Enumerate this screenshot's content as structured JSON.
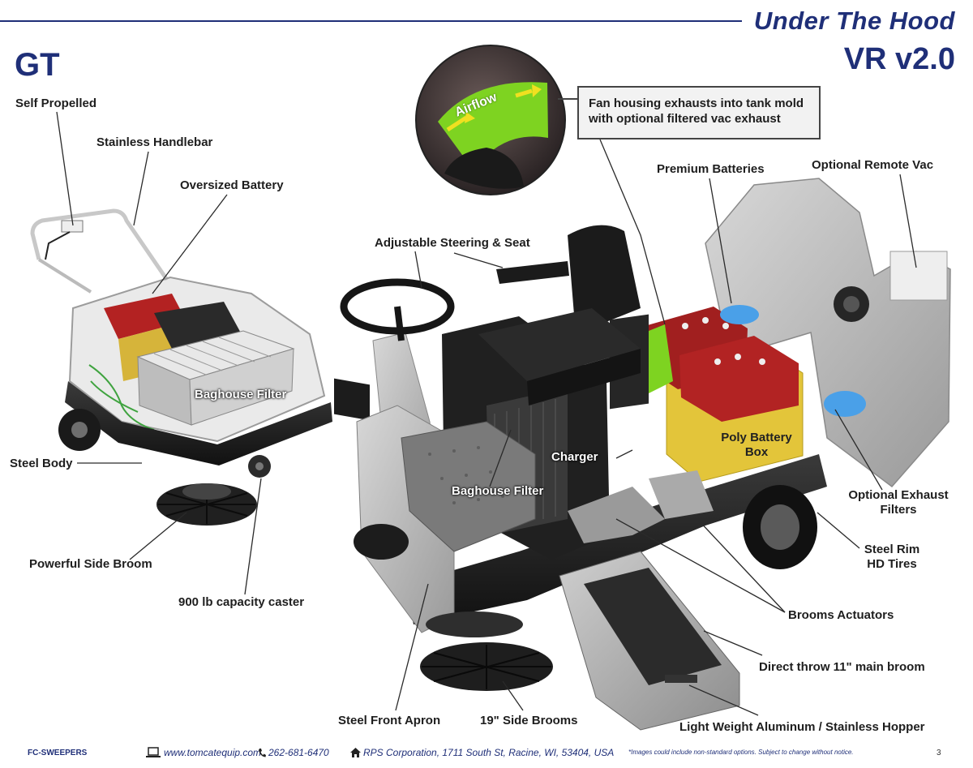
{
  "header": {
    "title": "Under The Hood",
    "model_right": "VR v2.0",
    "model_left": "GT"
  },
  "callout": {
    "airflow_text": "Airflow",
    "box_text": "Fan housing exhausts into tank mold with optional filtered vac exhaust"
  },
  "labels_gt": {
    "self_propelled": "Self Propelled",
    "handlebar": "Stainless Handlebar",
    "battery": "Oversized Battery",
    "baghouse": "Baghouse Filter",
    "steel_body": "Steel Body",
    "side_broom": "Powerful Side Broom",
    "caster": "900 lb capacity caster"
  },
  "labels_vr": {
    "steering_seat": "Adjustable Steering & Seat",
    "premium_batteries": "Premium Batteries",
    "remote_vac": "Optional Remote Vac",
    "charger": "Charger",
    "poly_battery_box": "Poly Battery Box",
    "baghouse": "Baghouse Filter",
    "exhaust_filters": "Optional Exhaust Filters",
    "steel_rim": "Steel Rim HD Tires",
    "brooms_actuators": "Brooms Actuators",
    "main_broom": "Direct throw 11\" main broom",
    "front_apron": "Steel Front Apron",
    "side_brooms": "19\" Side Brooms",
    "hopper": "Light Weight Aluminum / Stainless Hopper"
  },
  "footer": {
    "left": "FC-SWEEPERS",
    "web": "www.tomcatequip.com",
    "phone": "262-681-6470",
    "address": "RPS Corporation, 1711 South St, Racine, WI, 53404, USA",
    "note": "*Images could include non-standard options. Subject to change without notice.",
    "page": "3"
  },
  "colors": {
    "brand": "#1f2f78",
    "battery_red": "#a11f1f",
    "battery_box_yellow": "#e3c53a",
    "airflow_green": "#7ed321"
  }
}
